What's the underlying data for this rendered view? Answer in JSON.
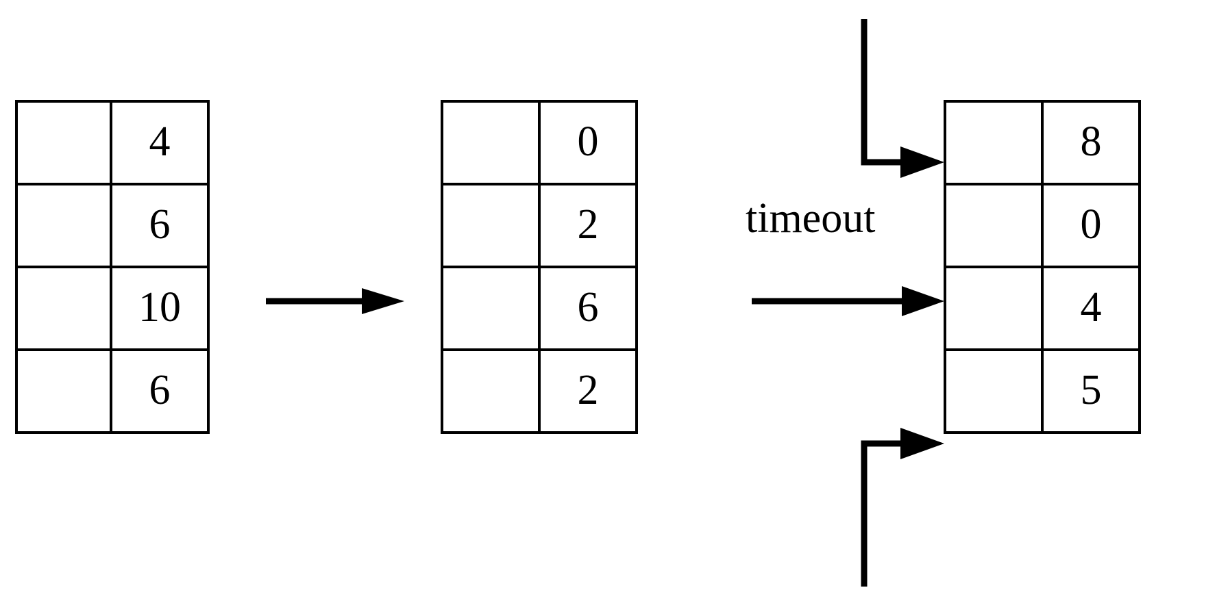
{
  "diagram": {
    "title": "queue-timeout-transformation",
    "background_color": "#ffffff",
    "stroke_color": "#000000",
    "tables": [
      {
        "id": "table-left",
        "name": "input-queue-table",
        "rows": [
          {
            "left": "",
            "right": "4"
          },
          {
            "left": "",
            "right": "6"
          },
          {
            "left": "",
            "right": "10"
          },
          {
            "left": "",
            "right": "6"
          }
        ]
      },
      {
        "id": "table-middle",
        "name": "intermediate-queue-table",
        "rows": [
          {
            "left": "",
            "right": "0"
          },
          {
            "left": "",
            "right": "2"
          },
          {
            "left": "",
            "right": "6"
          },
          {
            "left": "",
            "right": "2"
          }
        ]
      },
      {
        "id": "table-right",
        "name": "output-queue-table",
        "rows": [
          {
            "left": "",
            "right": "8"
          },
          {
            "left": "",
            "right": "0"
          },
          {
            "left": "",
            "right": "4"
          },
          {
            "left": "",
            "right": "5"
          }
        ]
      }
    ],
    "arrows": [
      {
        "id": "arrow-left-to-middle",
        "name": "transform-arrow",
        "label": ""
      },
      {
        "id": "arrow-middle-to-right",
        "name": "timeout-arrow",
        "label": "timeout"
      },
      {
        "id": "arrow-top-elbow",
        "name": "top-inbound-elbow-arrow",
        "label": ""
      },
      {
        "id": "arrow-bottom-elbow",
        "name": "bottom-inbound-elbow-arrow",
        "label": ""
      }
    ],
    "labels": {
      "timeout": "timeout"
    }
  },
  "chart_data": {
    "type": "table",
    "title": "queue-timeout-transformation",
    "series": [
      {
        "name": "input-queue-table",
        "values": [
          4,
          6,
          10,
          6
        ]
      },
      {
        "name": "intermediate-queue-table",
        "values": [
          0,
          2,
          6,
          2
        ]
      },
      {
        "name": "output-queue-table",
        "values": [
          8,
          0,
          4,
          5
        ]
      }
    ],
    "annotations": [
      "timeout"
    ]
  }
}
